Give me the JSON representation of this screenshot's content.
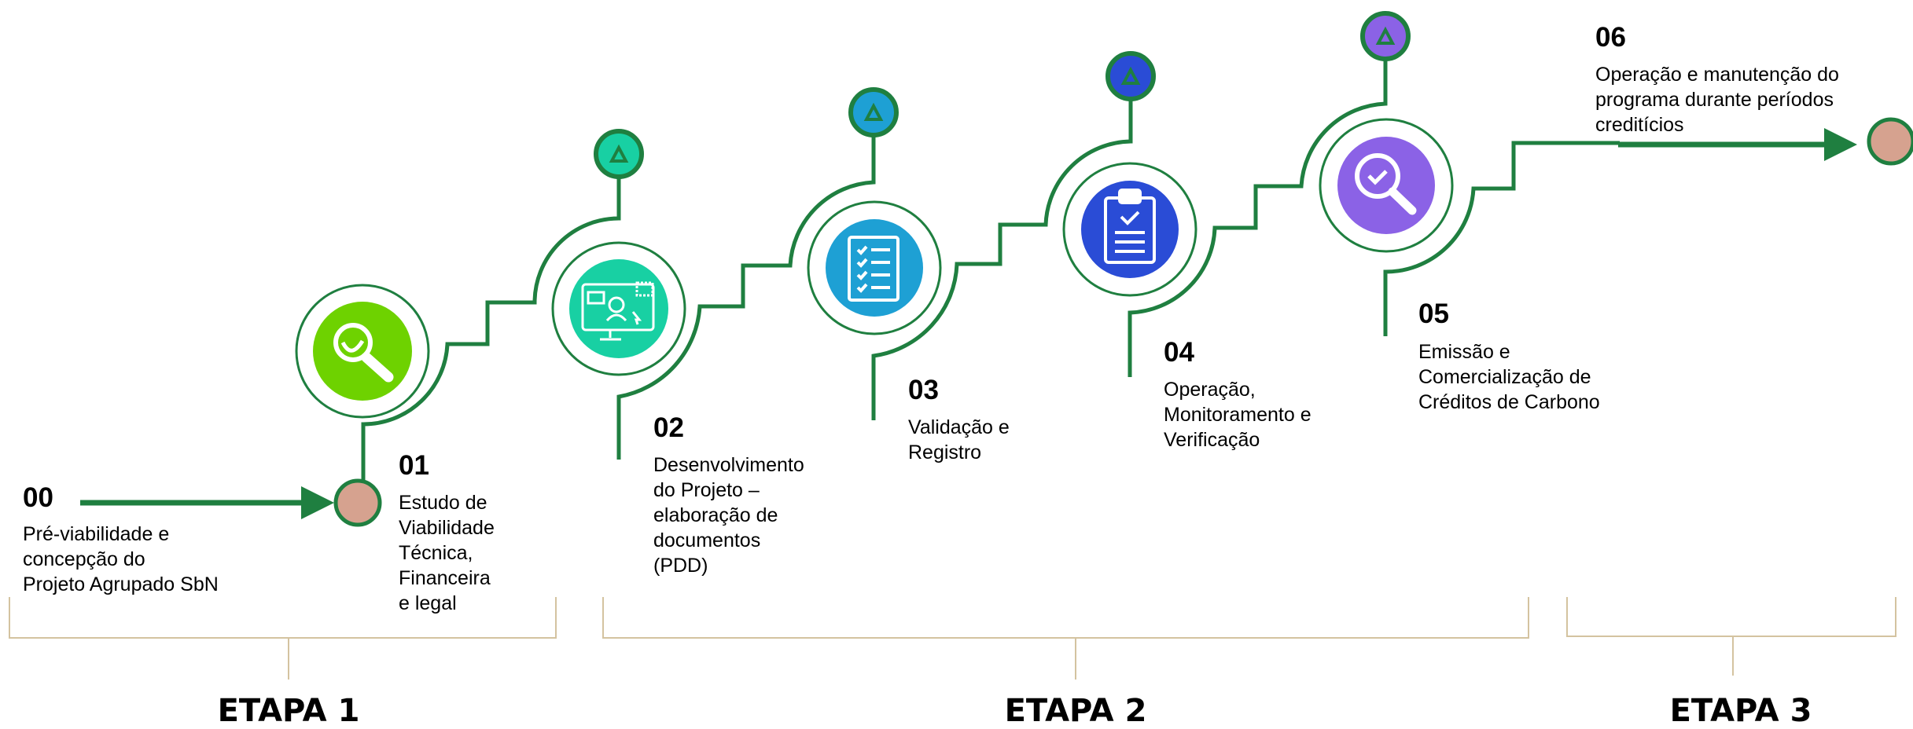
{
  "colors": {
    "path": "#1f7f40",
    "dot_terracotta": "#d6a28f",
    "bracket": "#d4c3a0",
    "step00": "#d6a28f",
    "step01": "#6ed200",
    "step02": "#18d0a3",
    "step03": "#1ea0d4",
    "step04": "#2a4cd6",
    "step05": "#8b62e6"
  },
  "steps": [
    {
      "num": "00",
      "lines": [
        "Pré-viabilidade e",
        "concepção do",
        "Projeto Agrupado SbN"
      ],
      "icon": ""
    },
    {
      "num": "01",
      "lines": [
        "Estudo de",
        "Viabilidade",
        "Técnica,",
        "Financeira",
        "e legal"
      ],
      "icon": "magnifier-leaf-icon"
    },
    {
      "num": "02",
      "lines": [
        "Desenvolvimento",
        "do Projeto –",
        "elaboração de",
        "documentos",
        "(PDD)"
      ],
      "icon": "monitor-user-icon"
    },
    {
      "num": "03",
      "lines": [
        "Validação e",
        "Registro"
      ],
      "icon": "checklist-icon"
    },
    {
      "num": "04",
      "lines": [
        "Operação,",
        "Monitoramento e",
        "Verificação"
      ],
      "icon": "clipboard-check-icon"
    },
    {
      "num": "05",
      "lines": [
        "Emissão e",
        "Comercialização de",
        "Créditos de Carbono"
      ],
      "icon": "magnifier-check-icon"
    },
    {
      "num": "06",
      "lines": [
        "Operação e manutenção do",
        "programa durante períodos",
        "creditícios"
      ],
      "icon": ""
    }
  ],
  "stages": [
    {
      "label": "ETAPA 1"
    },
    {
      "label": "ETAPA 2"
    },
    {
      "label": "ETAPA 3"
    }
  ]
}
